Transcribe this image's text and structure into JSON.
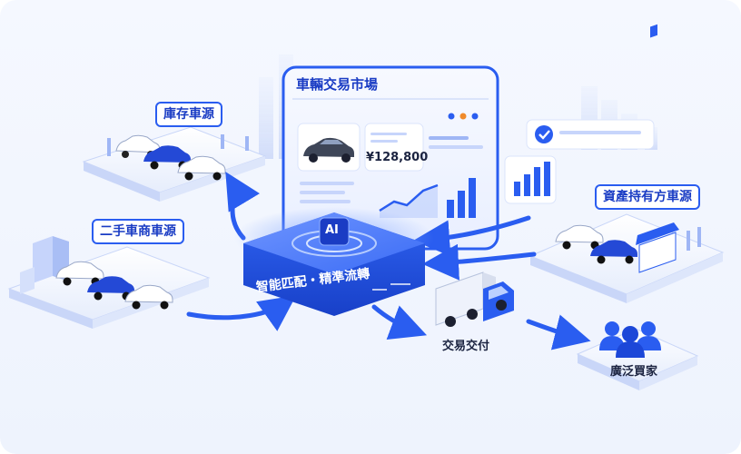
{
  "hub": {
    "label": "智能匹配・精準流轉",
    "ai_badge": "AI"
  },
  "market": {
    "title": "車輛交易市場",
    "price": "¥128,800"
  },
  "sources": {
    "inventory": "庫存車源",
    "dealer": "二手車商車源",
    "asset": "資產持有方車源"
  },
  "delivery": {
    "label": "交易交付"
  },
  "buyers": {
    "label": "廣泛買家"
  },
  "colors": {
    "accent": "#2a5df0",
    "dark_blue": "#1a3cc4",
    "bg": "#eef3fd"
  },
  "icons": [
    "car-icon",
    "truck-icon",
    "people-icon",
    "building-icon",
    "check-icon",
    "ai-chip-icon",
    "bar-chart-icon"
  ]
}
